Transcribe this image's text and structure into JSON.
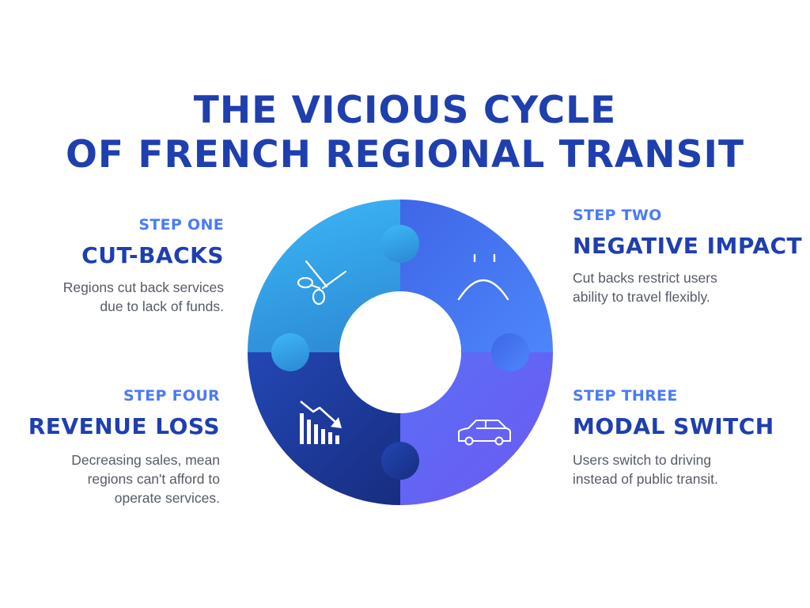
{
  "title": {
    "line1": "THE VICIOUS CYCLE",
    "line2": "OF FRENCH REGIONAL TRANSIT"
  },
  "steps": [
    {
      "label": "STEP ONE",
      "heading": "CUT-BACKS",
      "description": "Regions cut back services due to lack of funds.",
      "icon": "scissors-icon",
      "color": "#3aa8f0"
    },
    {
      "label": "STEP TWO",
      "heading": "NEGATIVE IMPACT",
      "description": "Cut backs restrict users ability to travel flexibly.",
      "icon": "sad-face-icon",
      "color": "#4a7bf7"
    },
    {
      "label": "STEP THREE",
      "heading": "MODAL SWITCH",
      "description": "Users switch to driving instead of public transit.",
      "icon": "car-icon",
      "color": "#6a5cf3"
    },
    {
      "label": "STEP FOUR",
      "heading": "REVENUE LOSS",
      "description": "Decreasing sales, mean regions can't afford to operate services.",
      "icon": "declining-chart-icon",
      "color": "#1f3a9e"
    }
  ],
  "colors": {
    "title": "#1f3fae",
    "step_label": "#4a7bf7",
    "heading": "#1f3fae",
    "body_text": "#555b66"
  }
}
